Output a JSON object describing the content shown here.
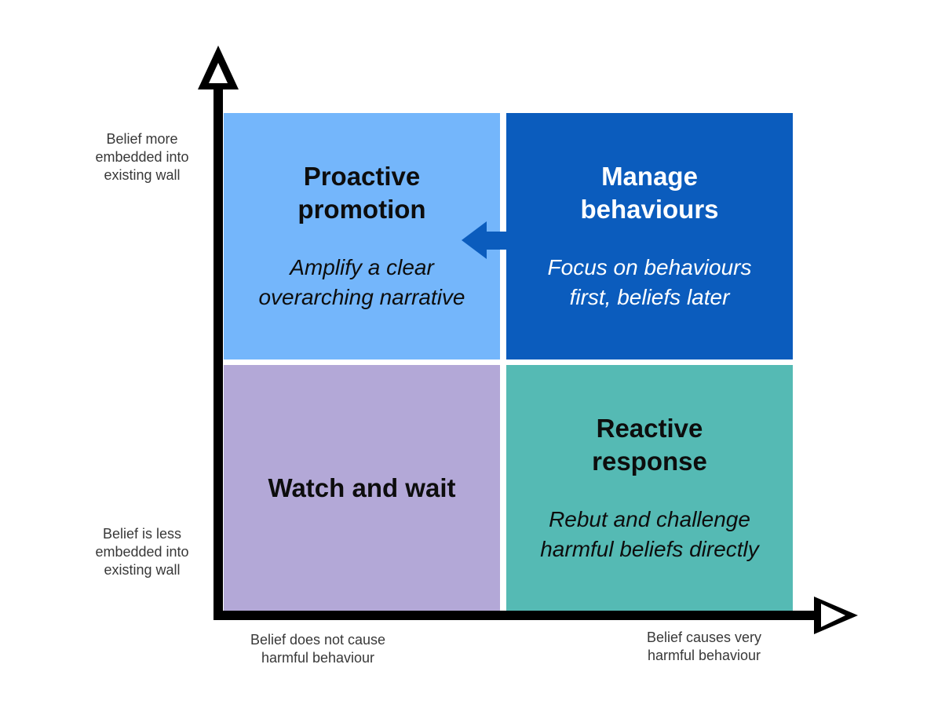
{
  "diagram": {
    "quadrants": {
      "top_left": {
        "title": "Proactive\npromotion",
        "subtitle": "Amplify a clear\noverarching narrative"
      },
      "top_right": {
        "title": "Manage\nbehaviours",
        "subtitle": "Focus on behaviours\nfirst, beliefs later"
      },
      "bottom_left": {
        "title": "Watch and wait"
      },
      "bottom_right": {
        "title": "Reactive\nresponse",
        "subtitle": "Rebut and challenge\nharmful beliefs directly"
      }
    },
    "axes": {
      "y_top_label": "Belief more\nembedded into\nexisting wall",
      "y_bottom_label": "Belief is less\nembedded into\nexisting wall",
      "x_left_label": "Belief does not cause\nharmful behaviour",
      "x_right_label": "Belief causes very\nharmful behaviour"
    },
    "colors": {
      "quad_top_left": "#74B6FB",
      "quad_top_right": "#0B5CBD",
      "quad_bottom_left": "#B3A8D7",
      "quad_bottom_right": "#55BAB4",
      "quad_text_dark": "#0D0D0D",
      "quad_text_light": "#FFFFFF",
      "axis": "#000000",
      "axis_label_text": "#383838",
      "arrow_between_quadrants": "#0B5CBD"
    }
  }
}
